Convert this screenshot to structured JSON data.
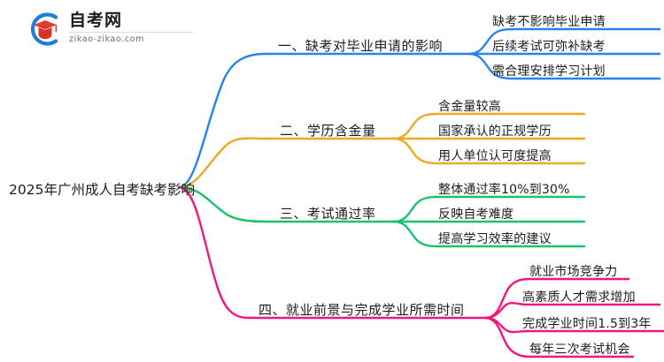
{
  "logo": {
    "title": "自考网",
    "subtitle": "zikao-zikao.com",
    "mark_name": "graduation-cap-logo",
    "arc_color": "#1F7FD0",
    "cap_color": "#E03A32"
  },
  "mindmap": {
    "root": {
      "label": "2025年广州成人自考缺考影响"
    },
    "branches": [
      {
        "index": "1",
        "label": "一、缺考对毕业申请的影响",
        "color": "#2684EC",
        "children": [
          {
            "label": "缺考不影响毕业申请"
          },
          {
            "label": "后续考试可弥补缺考"
          },
          {
            "label": "需合理安排学习计划"
          }
        ]
      },
      {
        "index": "2",
        "label": "二、学历含金量",
        "color": "#EFA920",
        "children": [
          {
            "label": "含金量较高"
          },
          {
            "label": "国家承认的正规学历"
          },
          {
            "label": "用人单位认可度提高"
          }
        ]
      },
      {
        "index": "3",
        "label": "三、考试通过率",
        "color": "#19C26C",
        "children": [
          {
            "label": "整体通过率10%到30%"
          },
          {
            "label": "反映自考难度"
          },
          {
            "label": "提高学习效率的建议"
          }
        ]
      },
      {
        "index": "4",
        "label": "四、就业前景与完成学业所需时间",
        "color": "#F5157E",
        "children": [
          {
            "label": "就业市场竞争力"
          },
          {
            "label": "高素质人才需求增加"
          },
          {
            "label": "完成学业时间1.5到3年"
          },
          {
            "label": "每年三次考试机会"
          }
        ]
      }
    ]
  },
  "colors": {
    "background": "#ffffff",
    "text": "#1c1c1c",
    "blue": "#2684EC",
    "orange": "#EFA920",
    "green": "#19C26C",
    "pink": "#F5157E"
  }
}
